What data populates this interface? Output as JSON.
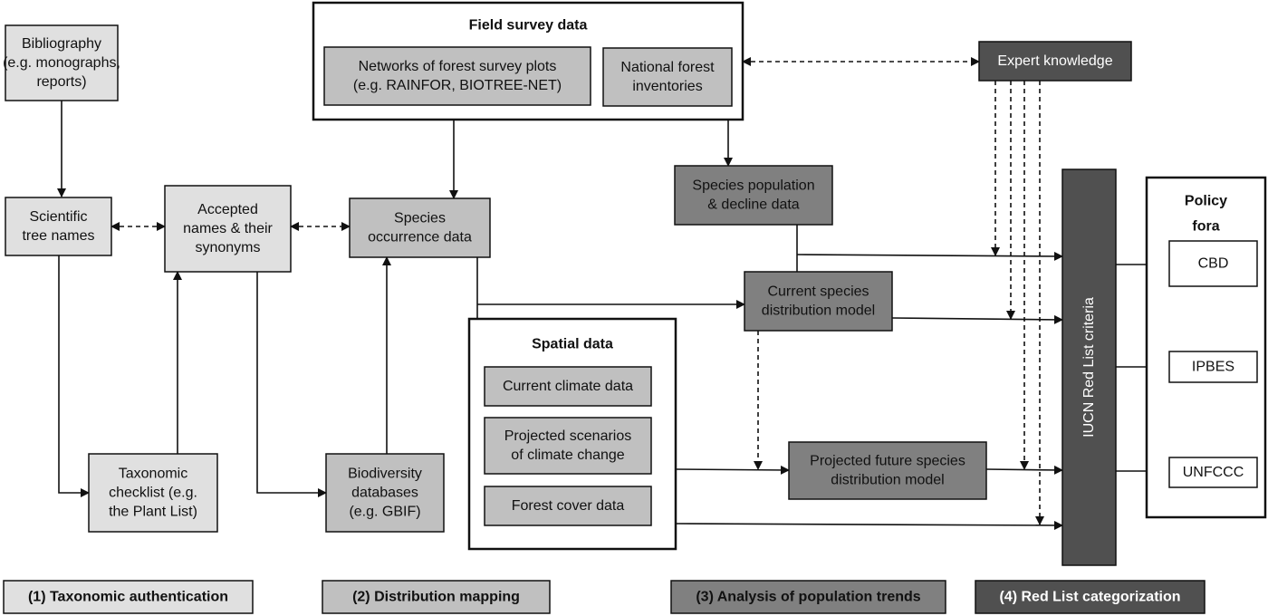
{
  "colors": {
    "light": "#e0e0e0",
    "mid": "#c0c0c0",
    "dark": "#808080",
    "darkest": "#505050",
    "white": "#ffffff"
  },
  "nodes": {
    "bibliography": [
      "Bibliography",
      "(e.g. monographs,",
      "reports)"
    ],
    "field_survey_title": [
      "Field survey data"
    ],
    "networks": [
      "Networks of forest survey plots",
      "(e.g. RAINFOR, BIOTREE-NET)"
    ],
    "national": [
      "National forest",
      "inventories"
    ],
    "expert": [
      "Expert knowledge"
    ],
    "scientific": [
      "Scientific",
      "tree names"
    ],
    "accepted": [
      "Accepted",
      "names & their",
      "synonyms"
    ],
    "occurrence": [
      "Species",
      "occurrence data"
    ],
    "population": [
      "Species population",
      "& decline data"
    ],
    "current_sdm": [
      "Current species",
      "distribution model"
    ],
    "spatial_title": [
      "Spatial data"
    ],
    "climate": [
      "Current climate data"
    ],
    "scenarios": [
      "Projected scenarios",
      "of climate change"
    ],
    "forest_cover": [
      "Forest cover data"
    ],
    "checklist": [
      "Taxonomic",
      "checklist (e.g.",
      "the Plant List)"
    ],
    "biodiversity": [
      "Biodiversity",
      "databases",
      "(e.g. GBIF)"
    ],
    "future_sdm": [
      "Projected future species",
      "distribution model"
    ],
    "iucn": [
      "IUCN Red List criteria"
    ],
    "policy_title": [
      "Policy",
      "fora"
    ],
    "cbd": [
      "CBD"
    ],
    "ipbes": [
      "IPBES"
    ],
    "unfccc": [
      "UNFCCC"
    ],
    "stage1": [
      "(1) Taxonomic authentication"
    ],
    "stage2": [
      "(2) Distribution mapping"
    ],
    "stage3": [
      "(3) Analysis of population trends"
    ],
    "stage4": [
      "(4) Red List categorization"
    ]
  }
}
